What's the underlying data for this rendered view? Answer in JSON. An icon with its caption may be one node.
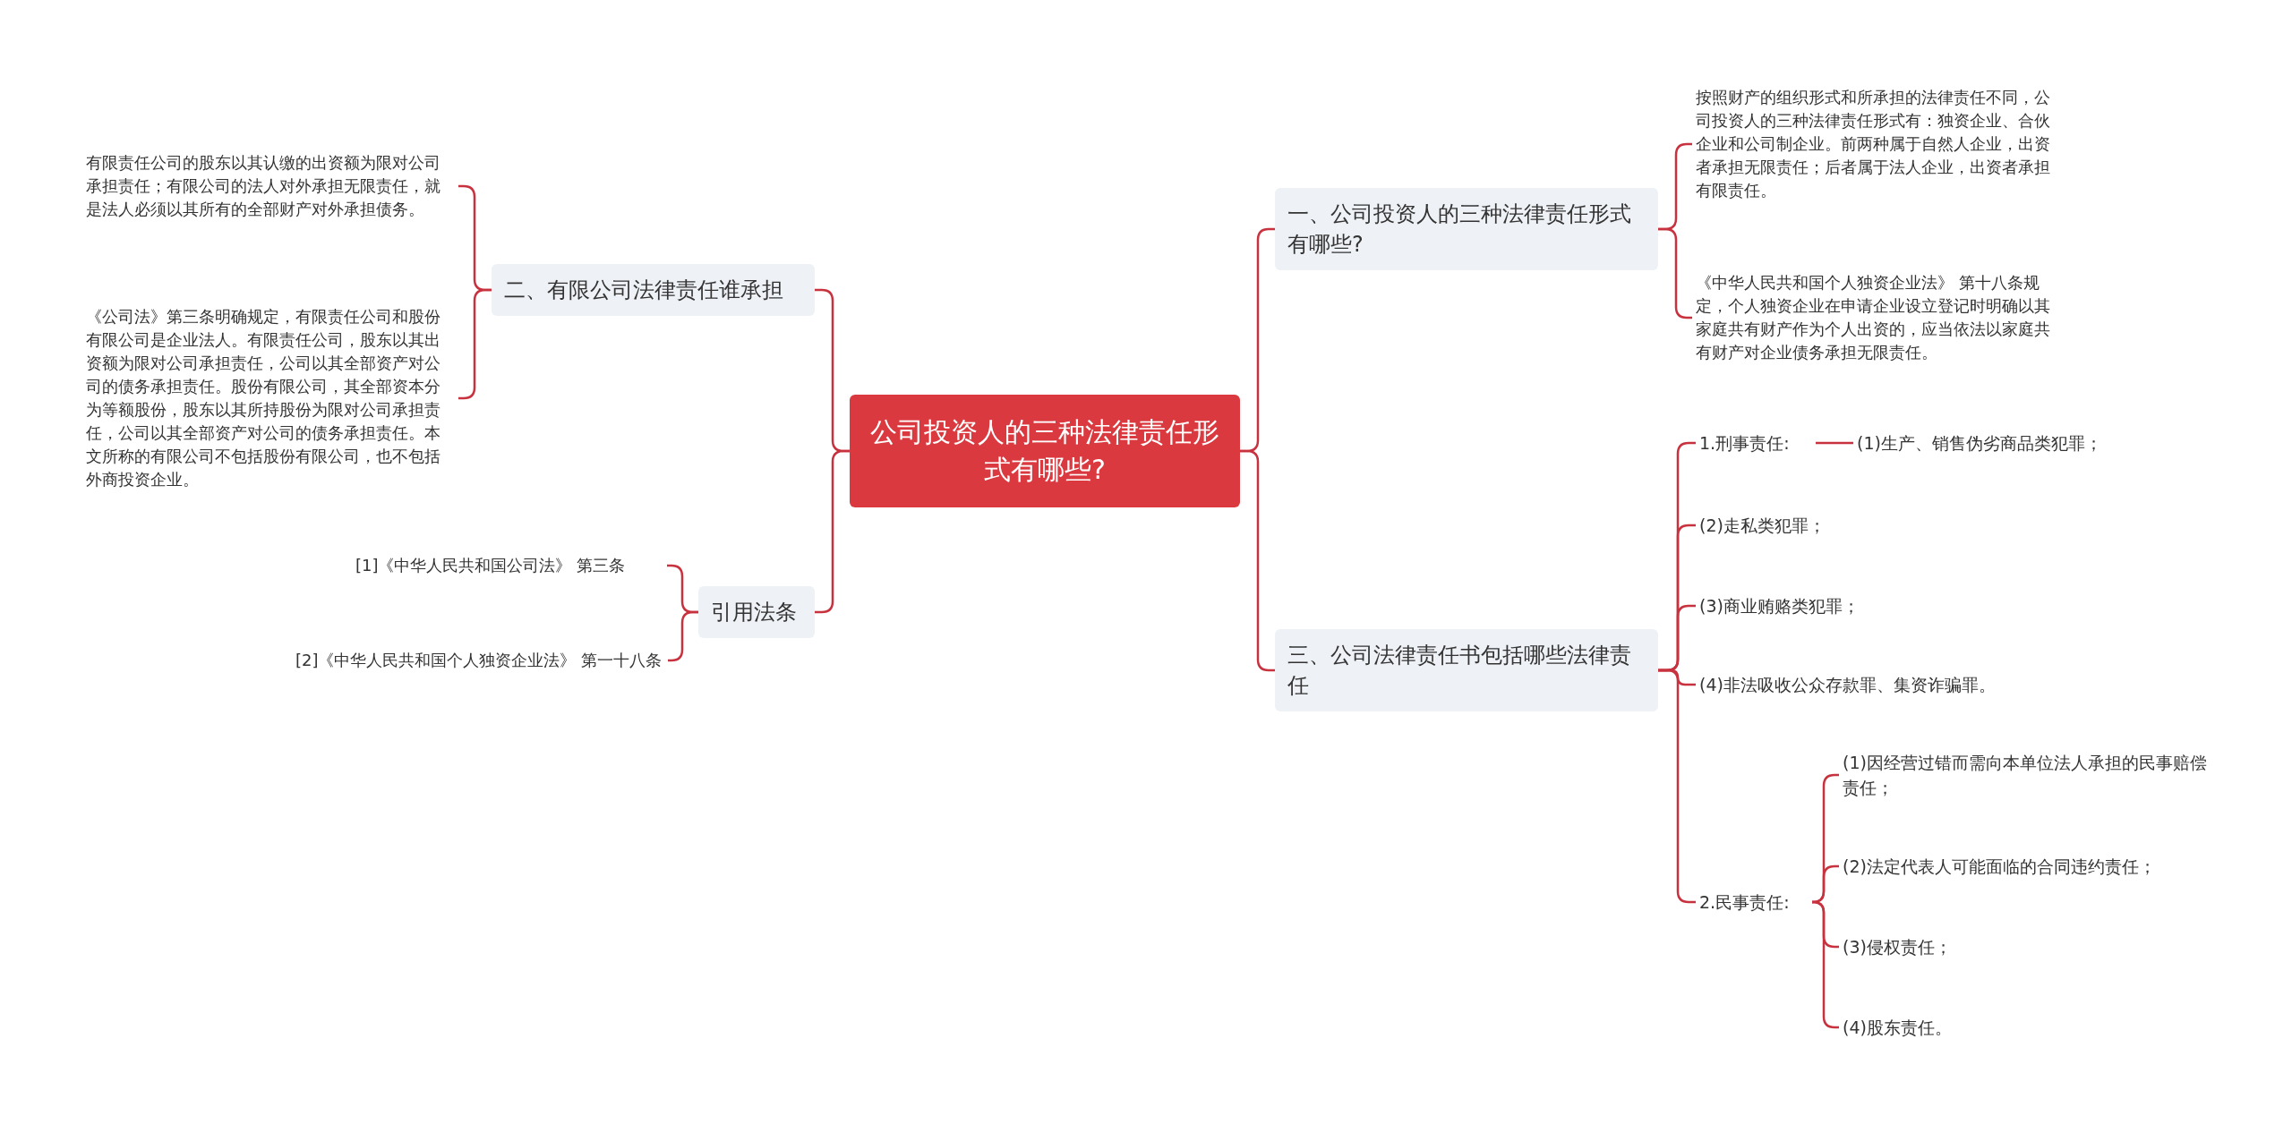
{
  "diagram": {
    "nodes": [
      {
        "text": [
          "公司投资人的三种法律责任形式有哪些?"
        ]
      },
      {
        "text": [
          "一、公司投资人的三种法律责任形式有哪些?"
        ]
      },
      {
        "text": [
          "按照财产的组织形式和所承担的法律责任不同，公司投资人的三种法律责任形式有：独资企业、合伙企业和公司制企业。前两种属于自然人企业，出资者承担无限责任；后者属于法人企业，出资者承担有限责任。"
        ]
      },
      {
        "text": [
          "《中华人民共和国个人独资企业法》 第十八条规定，个人独资企业在申请企业设立登记时明确以其家庭共有财产作为个人出资的，应当依法以家庭共有财产对企业债务承担无限责任。"
        ]
      },
      {
        "text": [
          "三、公司法律责任书包括哪些法律责任"
        ]
      },
      {
        "text": [
          "1.刑事责任:"
        ]
      },
      {
        "text": [
          "(1)生产、销售伪劣商品类犯罪；"
        ]
      },
      {
        "text": [
          "(2)走私类犯罪；"
        ]
      },
      {
        "text": [
          "(3)商业贿赂类犯罪；"
        ]
      },
      {
        "text": [
          "(4)非法吸收公众存款罪、集资诈骗罪。"
        ]
      },
      {
        "text": [
          "2.民事责任:"
        ]
      },
      {
        "text": [
          "(1)因经营过错而需向本单位法人承担的民事赔偿责任；"
        ]
      },
      {
        "text": [
          "(2)法定代表人可能面临的合同违约责任；"
        ]
      },
      {
        "text": [
          "(3)侵权责任；"
        ]
      },
      {
        "text": [
          "(4)股东责任。"
        ]
      },
      {
        "text": [
          "二、有限公司法律责任谁承担"
        ]
      },
      {
        "text": [
          "有限责任公司的股东以其认缴的出资额为限对公司承担责任；有限公司的法人对外承担无限责任，就是法人必须以其所有的全部财产对外承担债务。"
        ]
      },
      {
        "text": [
          "《公司法》第三条明确规定，有限责任公司和股份有限公司是企业法人。有限责任公司，股东以其出资额为限对公司承担责任，公司以其全部资产对公司的债务承担责任。股份有限公司，其全部资本分为等额股份，股东以其所持股份为限对公司承担责任，公司以其全部资产对公司的债务承担责任。本文所称的有限公司不包括股份有限公司，也不包括外商投资企业。"
        ]
      },
      {
        "text": [
          "引用法条"
        ]
      },
      {
        "text": [
          "[1]《中华人民共和国公司法》 第三条"
        ]
      },
      {
        "text": [
          "[2]《中华人民共和国个人独资企业法》 第一十八条"
        ]
      }
    ],
    "edges": [
      {
        "from": 0,
        "to": 1,
        "arrow": "none"
      },
      {
        "from": 1,
        "to": 2,
        "arrow": "none"
      },
      {
        "from": 1,
        "to": 3,
        "arrow": "none"
      },
      {
        "from": 0,
        "to": 4,
        "arrow": "none"
      },
      {
        "from": 4,
        "to": 5,
        "arrow": "none"
      },
      {
        "from": 5,
        "to": 6,
        "arrow": "none"
      },
      {
        "from": 4,
        "to": 7,
        "arrow": "none"
      },
      {
        "from": 4,
        "to": 8,
        "arrow": "none"
      },
      {
        "from": 4,
        "to": 9,
        "arrow": "none"
      },
      {
        "from": 4,
        "to": 10,
        "arrow": "none"
      },
      {
        "from": 10,
        "to": 11,
        "arrow": "none"
      },
      {
        "from": 10,
        "to": 12,
        "arrow": "none"
      },
      {
        "from": 10,
        "to": 13,
        "arrow": "none"
      },
      {
        "from": 10,
        "to": 14,
        "arrow": "none"
      },
      {
        "from": 0,
        "to": 15,
        "arrow": "none"
      },
      {
        "from": 15,
        "to": 16,
        "arrow": "none"
      },
      {
        "from": 15,
        "to": 17,
        "arrow": "none"
      },
      {
        "from": 0,
        "to": 18,
        "arrow": "none"
      },
      {
        "from": 18,
        "to": 19,
        "arrow": "none"
      },
      {
        "from": 18,
        "to": 20,
        "arrow": "none"
      }
    ]
  }
}
